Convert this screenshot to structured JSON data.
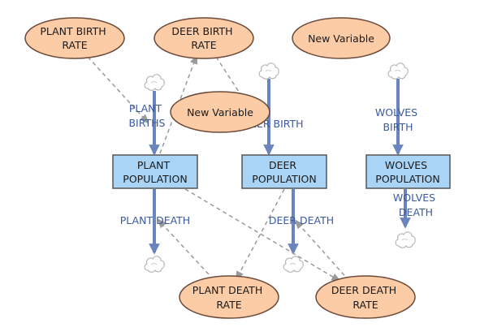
{
  "variables": [
    {
      "id": "plant_birth_rate",
      "lines": [
        "PLANT BIRTH",
        "RATE"
      ]
    },
    {
      "id": "deer_birth_rate",
      "lines": [
        "DEER BIRTH",
        "RATE"
      ]
    },
    {
      "id": "new_variable_top",
      "lines": [
        "New Variable"
      ]
    },
    {
      "id": "new_variable_middle",
      "lines": [
        "New Variable"
      ]
    },
    {
      "id": "plant_death_rate",
      "lines": [
        "PLANT DEATH",
        "RATE"
      ]
    },
    {
      "id": "deer_death_rate",
      "lines": [
        "DEER DEATH",
        "RATE"
      ]
    }
  ],
  "stocks": [
    {
      "id": "plant_population",
      "lines": [
        "PLANT",
        "POPULATION"
      ]
    },
    {
      "id": "deer_population",
      "lines": [
        "DEER",
        "POPULATION"
      ]
    },
    {
      "id": "wolves_population",
      "lines": [
        "WOLVES",
        "POPULATION"
      ]
    }
  ],
  "flows": [
    {
      "id": "plant_births",
      "lines": [
        "PLANT",
        "BIRTHS"
      ]
    },
    {
      "id": "deer_birth",
      "lines": [
        "DEER BIRTH"
      ]
    },
    {
      "id": "wolves_birth",
      "lines": [
        "WOLVES",
        "BIRTH"
      ]
    },
    {
      "id": "plant_death",
      "lines": [
        "PLANT DEATH"
      ]
    },
    {
      "id": "deer_death",
      "lines": [
        "DEER DEATH"
      ]
    },
    {
      "id": "wolves_death",
      "lines": [
        "WOLVES",
        "DEATH"
      ]
    }
  ],
  "links": [
    {
      "from": "plant_birth_rate",
      "to": "plant_births"
    },
    {
      "from": "plant_population",
      "to": "deer_birth_rate"
    },
    {
      "from": "deer_birth_rate",
      "to": "deer_birth"
    },
    {
      "from": "plant_death_rate",
      "to": "plant_death"
    },
    {
      "from": "deer_population",
      "to": "plant_death_rate"
    },
    {
      "from": "plant_population",
      "to": "deer_death_rate"
    },
    {
      "from": "deer_death_rate",
      "to": "deer_death"
    }
  ],
  "colors": {
    "variable_fill": "#fccca7",
    "variable_stroke": "#6b4a3a",
    "stock_fill": "#a9d4f5",
    "stock_stroke": "#555555",
    "flow": "#6a85bd",
    "flow_label": "#3b5aa0",
    "link": "#9a9a9a",
    "cloud_stroke": "#b8b8b8"
  }
}
